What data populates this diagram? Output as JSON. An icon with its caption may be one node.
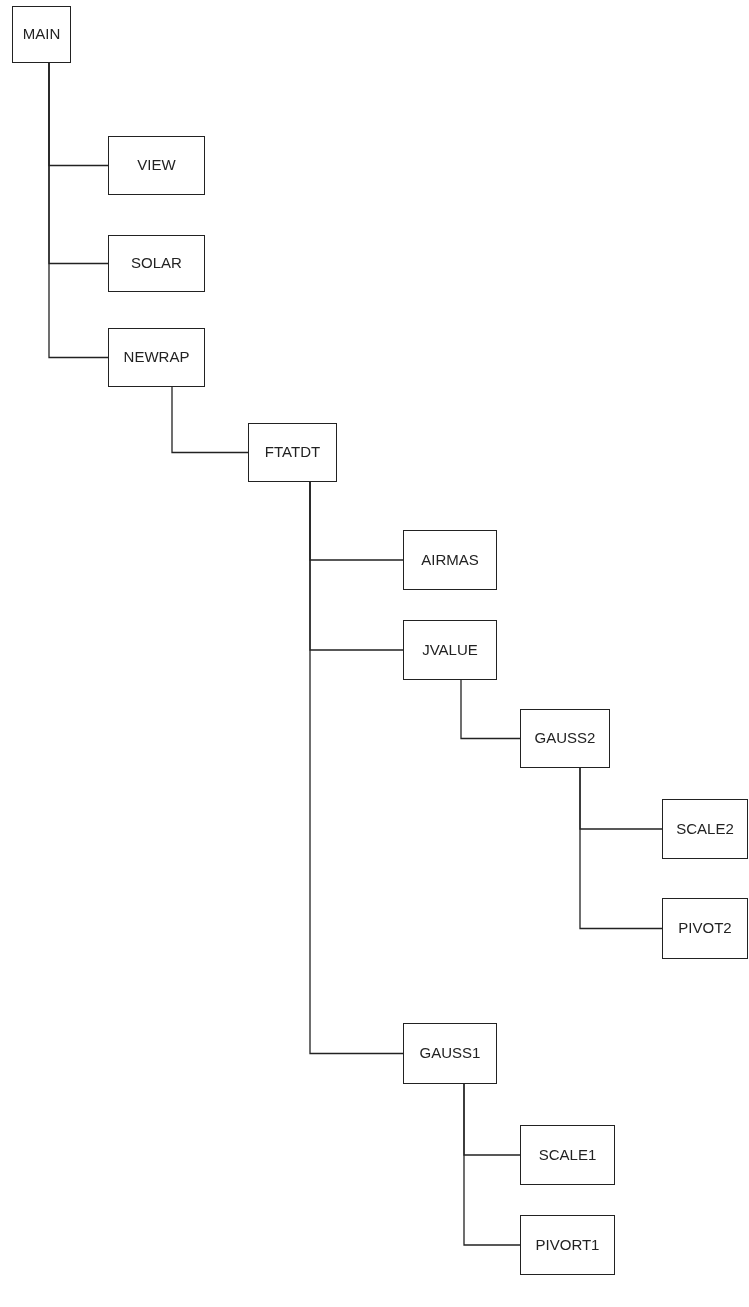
{
  "diagram": {
    "nodes": [
      {
        "text": [
          "MAIN"
        ]
      },
      {
        "text": [
          "VIEW"
        ]
      },
      {
        "text": [
          "SOLAR"
        ]
      },
      {
        "text": [
          "NEWRAP"
        ]
      },
      {
        "text": [
          "FTATDT"
        ]
      },
      {
        "text": [
          "AIRMAS"
        ]
      },
      {
        "text": [
          "JVALUE"
        ]
      },
      {
        "text": [
          "GAUSS2"
        ]
      },
      {
        "text": [
          "SCALE2"
        ]
      },
      {
        "text": [
          "PIVOT2"
        ]
      },
      {
        "text": [
          "GAUSS1"
        ]
      },
      {
        "text": [
          "SCALE1"
        ]
      },
      {
        "text": [
          "PIVORT1"
        ]
      }
    ],
    "edges": [
      {
        "from": 0,
        "to": 1,
        "arrow": "none"
      },
      {
        "from": 0,
        "to": 2,
        "arrow": "none"
      },
      {
        "from": 0,
        "to": 3,
        "arrow": "none"
      },
      {
        "from": 3,
        "to": 4,
        "arrow": "none"
      },
      {
        "from": 4,
        "to": 5,
        "arrow": "none"
      },
      {
        "from": 4,
        "to": 6,
        "arrow": "none"
      },
      {
        "from": 4,
        "to": 10,
        "arrow": "none"
      },
      {
        "from": 6,
        "to": 7,
        "arrow": "none"
      },
      {
        "from": 7,
        "to": 8,
        "arrow": "none"
      },
      {
        "from": 7,
        "to": 9,
        "arrow": "none"
      },
      {
        "from": 10,
        "to": 11,
        "arrow": "none"
      },
      {
        "from": 10,
        "to": 12,
        "arrow": "none"
      }
    ]
  }
}
